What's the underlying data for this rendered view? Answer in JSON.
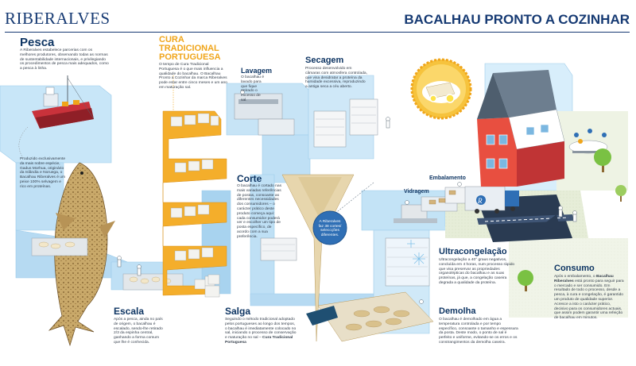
{
  "header": {
    "brand": "RIBERALVES",
    "title": "BACALHAU PRONTO A COZINHAR"
  },
  "colors": {
    "brand_blue": "#163a73",
    "belt_blue": "#9fd0ef",
    "orange": "#f0a51a",
    "grass_green": "#7ac143",
    "cod_brown": "#c8a96b"
  },
  "sections": {
    "pesca": {
      "title": "Pesca",
      "text": "A Riberalves estabelece parcerias com os melhores produtores, observando todas as normas de sustentabilidade internacionais, e privilegiando os procedimentos de pesca mais adequados, como a pesca à linha."
    },
    "pesca_note": {
      "text": "Produzido exclusivamente da mais nobre espécie, Gadus Morhua, originário da Islândia e Noruega, o Bacalhau Riberalves é um peixe 100% selvagem e rico em proteínas."
    },
    "cura": {
      "title": "CURA TRADICIONAL PORTUGUESA",
      "text": "O tempo de Cura Tradicional Portuguesa é o que mais influencia a qualidade do bacalhau. O Bacalhau Pronto a Cozinhar da marca Riberalves pode estar entre cinco meses e um ano em maturação sal."
    },
    "lavagem": {
      "title": "Lavagem",
      "text": "O bacalhau é lavado para que fique retirado o excesso de sal."
    },
    "secagem": {
      "title": "Secagem",
      "text": "Processo desenvolvido em câmaras com atmosfera controlada, que visa desidratar a proteína da humidade excessiva, reproduzindo a antiga seca a céu aberto."
    },
    "corte": {
      "title": "Corte",
      "text": "O bacalhau é cortado nas mais variadas referências de postas, consoante as diferentes necessidades dos consumidores – o carácter prático deste produto começa aqui: cada consumidor poderá ver e escolher um tipo de posta específico, de acordo com a sua preferência."
    },
    "bubble": {
      "text": "A Riberalves faz 38 cortes/ seleccções diferentes."
    },
    "vidragem": {
      "title": "Vidragem"
    },
    "embalamento": {
      "title": "Embalamento"
    },
    "ultra": {
      "title": "Ultracongelação",
      "text": "Ultracongelação a 40° graus negativos, concluída em 4 horas, num processo rápido que visa preservar as propriedades organolépticas do bacalhau e as suas proteínas, já que, a congelação caseira degrada a qualidade da proteína."
    },
    "consumo": {
      "title": "Consumo",
      "text_a": "Após o embalamento, o ",
      "brand": "Bacalhau Riberalves",
      "text_b": " está pronto para seguir para o mercado e ser consumido. Em resultado de todo o processo, desde a pesca, à cura e congelação, é garantido um produto de qualidade superior. Acresce a isto o carácter prático, decisivo para os consumidores actuais, que assim podem garantir uma refeição de bacalhau em minutos."
    },
    "escala": {
      "title": "Escala",
      "text": "Após a pesca, ainda no país de origem, o bacalhau é escalado, sendo-lhe retirado 2/3 da espinha central, ganhando a forma comum que lhe é conhecida."
    },
    "salga": {
      "title": "Salga",
      "text_a": "Seguindo o método tradicional adoptado pelos portugueses ao longo dos tempos, o bacalhau é imediatamente colocado no sal, iniciando o processo de conservação e maturação no sal – ",
      "text_b": "Cura Tradicional Portuguesa"
    },
    "demolha": {
      "title": "Demolha",
      "text": "O bacalhau é demolhado em água a temperatura controlada e por tempo específico, consoante o tamanho e espessura da posta. Deste modo, o ponto de sal é perfeito e uniforme, evitando-se os erros e os constrangimentos da demolha caseira."
    }
  }
}
